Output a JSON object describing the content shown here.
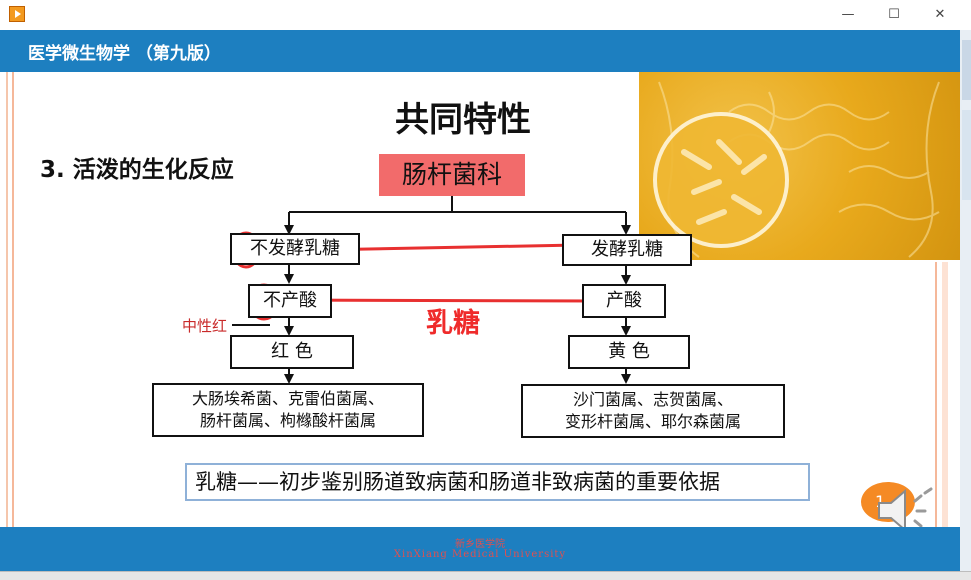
{
  "window": {
    "minimize": "—",
    "maximize": "☐",
    "close": "✕"
  },
  "header": {
    "title": "医学微生物学 （第九版）"
  },
  "slide": {
    "title": "共同特性",
    "section": "3. 活泼的生化反应",
    "root": "肠杆菌科",
    "left": {
      "step1": "不发酵乳糖",
      "step2": "不产酸",
      "step3": "红 色",
      "result_lines": [
        "大肠埃希菌、克雷伯菌属、",
        "肠杆菌属、枸橼酸杆菌属"
      ]
    },
    "right": {
      "step1": "发酵乳糖",
      "step2": "产酸",
      "step3": "黄 色",
      "result_lines": [
        "沙门菌属、志贺菌属、",
        "变形杆菌属、耶尔森菌属"
      ]
    },
    "annotation_indicator": "中性红",
    "annotation_lactose": "乳糖",
    "note": "乳糖——初步鉴别肠道致病菌和肠道非致病菌的重要依据",
    "page_number": "1"
  },
  "footer": {
    "line1": "新乡医学院",
    "line2": "XinXiang Medical University"
  },
  "colors": {
    "header_bar": "#1d7fc0",
    "root_box": "#f26b6b",
    "annotation_red": "#ef2b2b",
    "badge": "#f58a24"
  },
  "icons": {
    "app": "media-player-icon",
    "speaker": "speaker-icon"
  }
}
